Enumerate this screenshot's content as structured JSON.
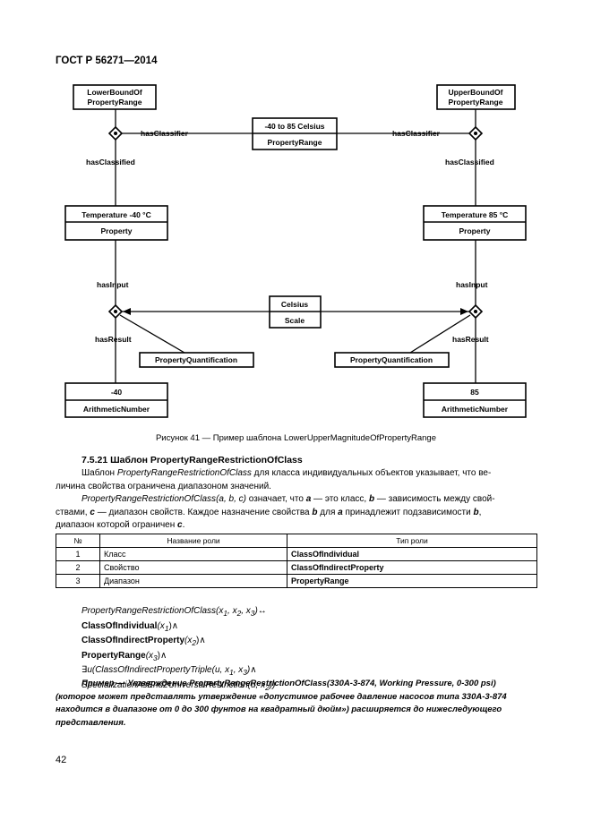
{
  "header": {
    "standard": "ГОСТ Р 56271—2014"
  },
  "diagram": {
    "lower_bound_box": {
      "line1": "LowerBoundOf",
      "line2": "PropertyRange"
    },
    "upper_bound_box": {
      "line1": "UpperBoundOf",
      "line2": "PropertyRange"
    },
    "range_box": {
      "top": "-40 to 85 Celsius",
      "bottom": "PropertyRange"
    },
    "left_temp_box": {
      "top": "Temperature -40 °C",
      "bottom": "Property"
    },
    "right_temp_box": {
      "top": "Temperature 85 °C",
      "bottom": "Property"
    },
    "scale_box": {
      "top": "Celsius",
      "bottom": "Scale"
    },
    "left_number_box": {
      "top": "-40",
      "bottom": "ArithmeticNumber"
    },
    "right_number_box": {
      "top": "85",
      "bottom": "ArithmeticNumber"
    },
    "left_quant_box": "PropertyQuantification",
    "right_quant_box": "PropertyQuantification",
    "labels": {
      "has_classifier_left": "hasClassifier",
      "has_classifier_right": "hasClassifier",
      "has_classified_left": "hasClassified",
      "has_classified_right": "hasClassified",
      "has_input_left": "hasInput",
      "has_input_right": "hasInput",
      "has_result_left": "hasResult",
      "has_result_right": "hasResult"
    }
  },
  "caption": "Рисунок 41 — Пример шаблона LowerUpperMagnitudeOfPropertyRange",
  "section": {
    "title": "7.5.21 Шаблон PropertyRangeRestrictionOfClass",
    "p1_a": "Шаблон ",
    "p1_b": "PropertyRangeRestrictionOfClass",
    "p1_c": " для класса индивидуальных объектов указывает, что ве-",
    "p1_d": "личина свойства ограничена диапазоном значений.",
    "p2_a": "PropertyRangeRestrictionOfClass",
    "p2_b": "(a, b, c)",
    "p2_c": " означает, что ",
    "p2_d": "a",
    "p2_e": " — это класс, ",
    "p2_f": "b",
    "p2_g": " — зависимость между свой-",
    "p2_h": "ствами, ",
    "p2_i": "c",
    "p2_j": " — диапазон свойств. Каждое назначение свойства ",
    "p2_k": "b",
    "p2_l": " для ",
    "p2_m": "a",
    "p2_n": " принадлежит подзависимости ",
    "p2_o": "b",
    "p2_p": ",",
    "p2_q": "диапазон которой ограничен ",
    "p2_r": "c",
    "p2_s": "."
  },
  "table": {
    "headers": [
      "№",
      "Название роли",
      "Тип роли"
    ],
    "rows": [
      [
        "1",
        "Класс",
        "ClassOfIndividual"
      ],
      [
        "2",
        "Свойство",
        "ClassOfIndirectProperty"
      ],
      [
        "3",
        "Диапазон",
        "PropertyRange"
      ]
    ]
  },
  "formula": {
    "l1": "PropertyRangeRestrictionOfClass(x",
    "l1_s1": "1",
    "l1_m1": ", x",
    "l1_s2": "2",
    "l1_m2": ", x",
    "l1_s3": "3",
    "l1_end": ")↔",
    "l2": "ClassOfIndividual",
    "l2_a": "(x",
    "l2_s": "1",
    "l2_end": ")∧",
    "l3": "ClassOfIndirectProperty",
    "l3_a": "(x",
    "l3_s": "2",
    "l3_end": ")∧",
    "l4": "PropertyRange",
    "l4_a": "(x",
    "l4_s": "3",
    "l4_end": ")∧",
    "l5": "∃u(ClassOfIndirectPropertyTriple(u, x",
    "l5_s1": "1",
    "l5_m": ", x",
    "l5_s2": "3",
    "l5_end": ")∧",
    "l6": "SpecializationAsEnd2UniversalRestriction(u, x",
    "l6_s": "2",
    "l6_end": "))"
  },
  "example": "Пример — Утверждение PropertyRangeRestrictionOfClass(330A-3-874, Working Pressure, 0-300 psi) (которое может представлять утверждение «допустимое рабочее давление насосов типа 330A-3-874 находится в диапазоне от 0 до 300 фунтов на квадратный дюйм») расширяется до нижеследующего представления.",
  "page_number": "42"
}
